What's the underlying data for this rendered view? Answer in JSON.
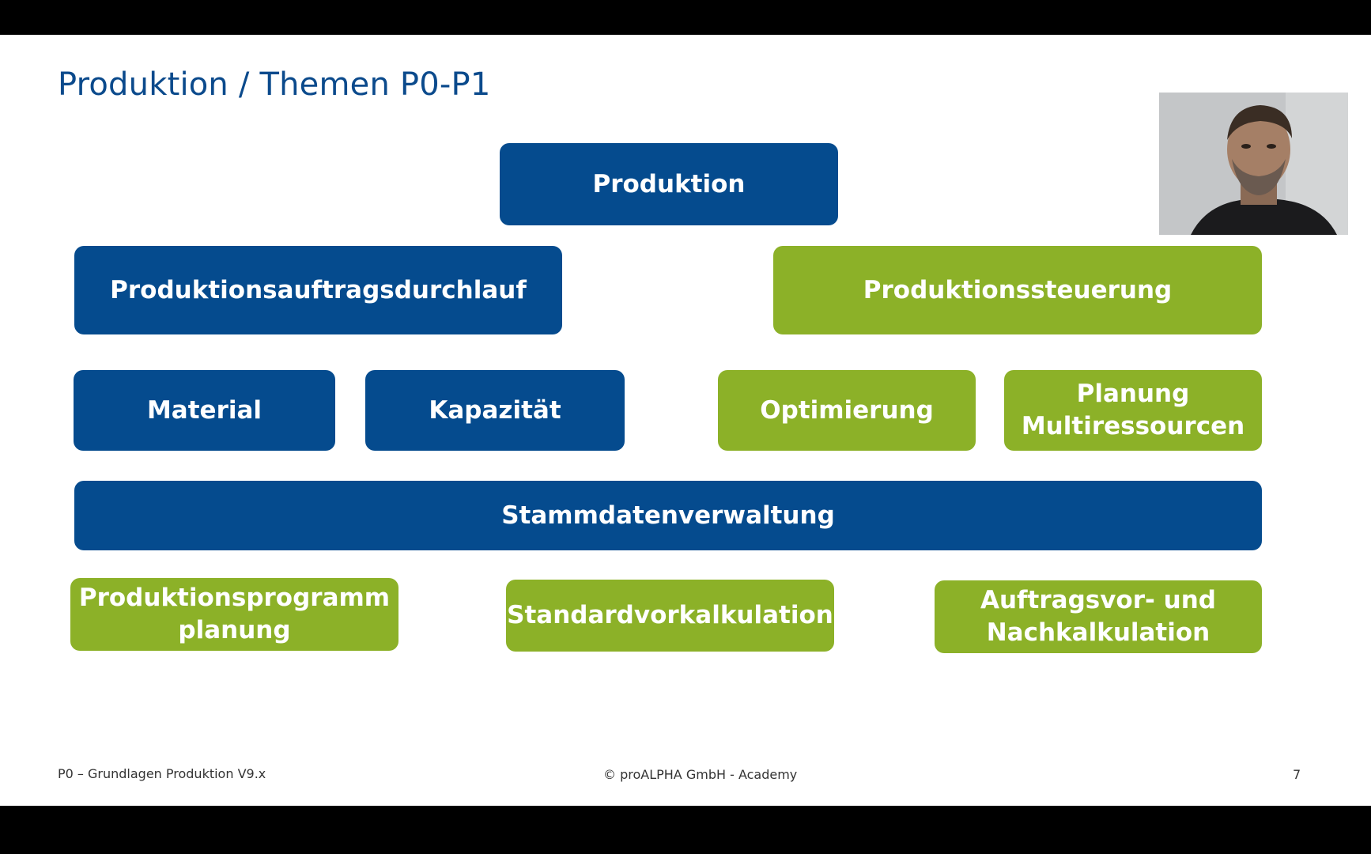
{
  "slide": {
    "title": "Produktion / Themen P0-P1",
    "boxes": {
      "produktion": "Produktion",
      "produktionsauftragsdurchlauf": "Produktionsauftragsdurchlauf",
      "produktionssteuerung": "Produktionssteuerung",
      "material": "Material",
      "kapazitaet": "Kapazität",
      "optimierung": "Optimierung",
      "planung_line1": "Planung",
      "planung_line2": "Multiressourcen",
      "stammdatenverwaltung": "Stammdatenverwaltung",
      "produktionsprogramm_line1": "Produktionsprogramm",
      "produktionsprogramm_line2": "planung",
      "standardvorkalkulation": "Standardvorkalkulation",
      "auftragsvor_line1": "Auftragsvor- und",
      "auftragsvor_line2": "Nachkalkulation"
    },
    "colors": {
      "blue": "#054b8e",
      "green": "#8cb128",
      "title": "#0b4a8c"
    },
    "footer": {
      "left": "P0 – Grundlagen Produktion V9.x",
      "center": "© proALPHA GmbH - Academy",
      "page_number": "7"
    }
  },
  "webcam": {
    "icon": "presenter-video-feed"
  }
}
